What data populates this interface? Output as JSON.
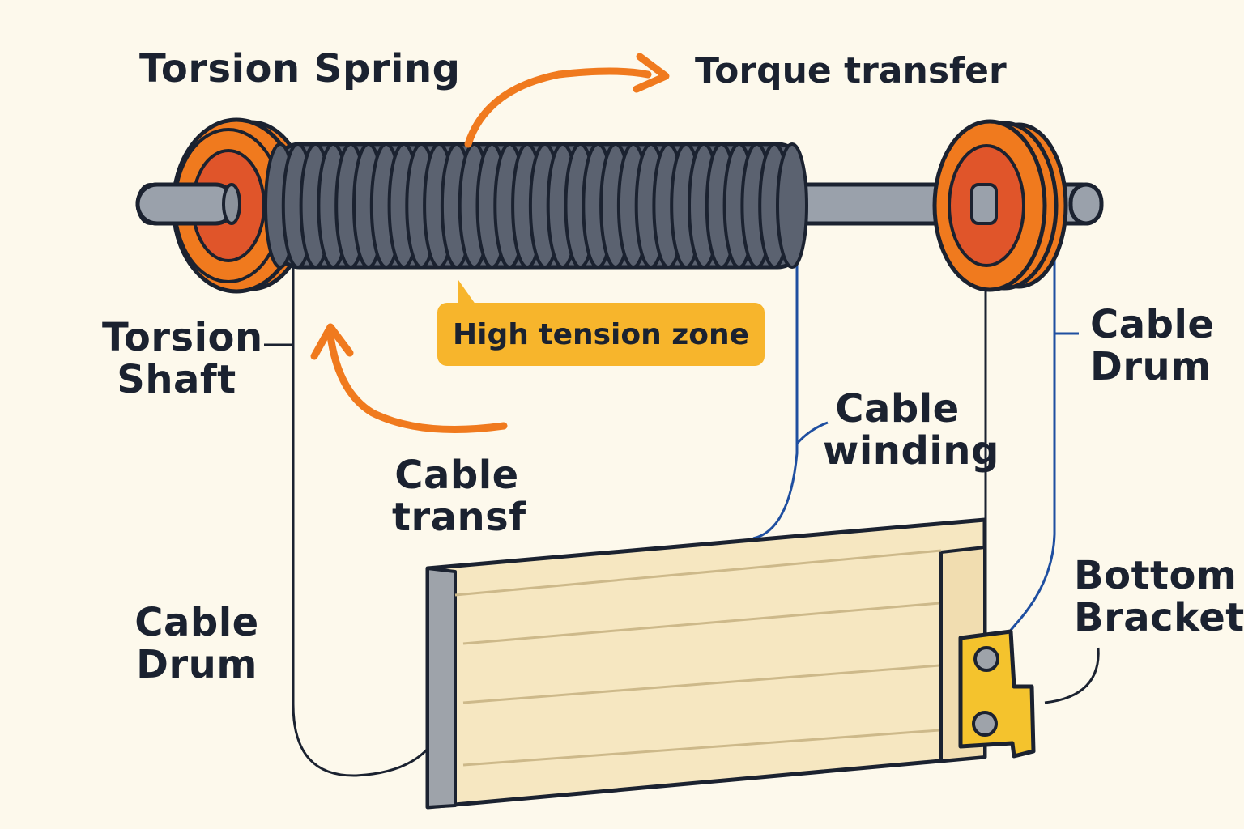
{
  "labels": {
    "torsion_spring": "Torsion Spring",
    "torque_transfer": "Torque transfer",
    "torsion_shaft": [
      "Torsion",
      "Shaft"
    ],
    "high_tension_zone": "High tension zone",
    "cable_drum_right": [
      "Cable",
      "Drum"
    ],
    "cable_winding": [
      "Cable",
      "winding"
    ],
    "cable_transf": [
      "Cable",
      "transf"
    ],
    "cable_drum_left": [
      "Cable",
      "Drum"
    ],
    "bottom_bracket": [
      "Bottom",
      "Bracket"
    ]
  },
  "colors": {
    "background": "#fdf9ec",
    "outline": "#1b2230",
    "spring": "#5b6270",
    "shaft": "#9aa1ab",
    "drum_orange": "#f07a1e",
    "drum_red": "#e0552a",
    "arrow_orange": "#f07a1e",
    "callout": "#f7b52c",
    "cable_blue": "#1f4fa0",
    "door_panel": "#f6e7c1",
    "door_edge": "#9ea3aa",
    "bracket": "#f4c32d"
  },
  "icons": {
    "torque_arrow": "curved-arrow-right",
    "tension_arrow": "curved-arrow-up"
  }
}
